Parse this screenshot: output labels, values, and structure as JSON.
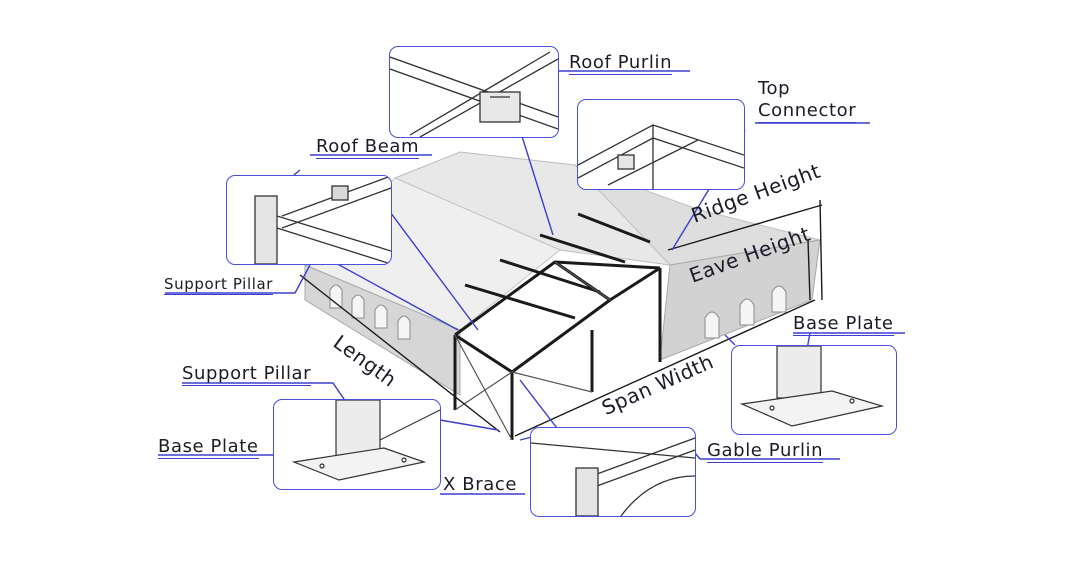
{
  "labels": {
    "roof_purlin": "Roof Purlin",
    "top": "Top",
    "connector": "Connector",
    "roof_beam": "Roof Beam",
    "support_pillar_top": "Support Pillar",
    "ridge_height": "Ridge Height",
    "eave_height": "Eave Height",
    "base_plate_right": "Base Plate",
    "length": "Length",
    "span_width": "Span Width",
    "support_pillar_bottom": "Support Pillar",
    "base_plate_left": "Base Plate",
    "gable_purlin": "Gable Purlin",
    "x_brace": "X Brace"
  },
  "colors": {
    "inset_border": "#4a4fe0",
    "leader_line": "#3c3fd0",
    "frame": "#1a1a1a",
    "roof_fill": "#e6e6e6",
    "wall_fill": "#d4d4d4"
  }
}
